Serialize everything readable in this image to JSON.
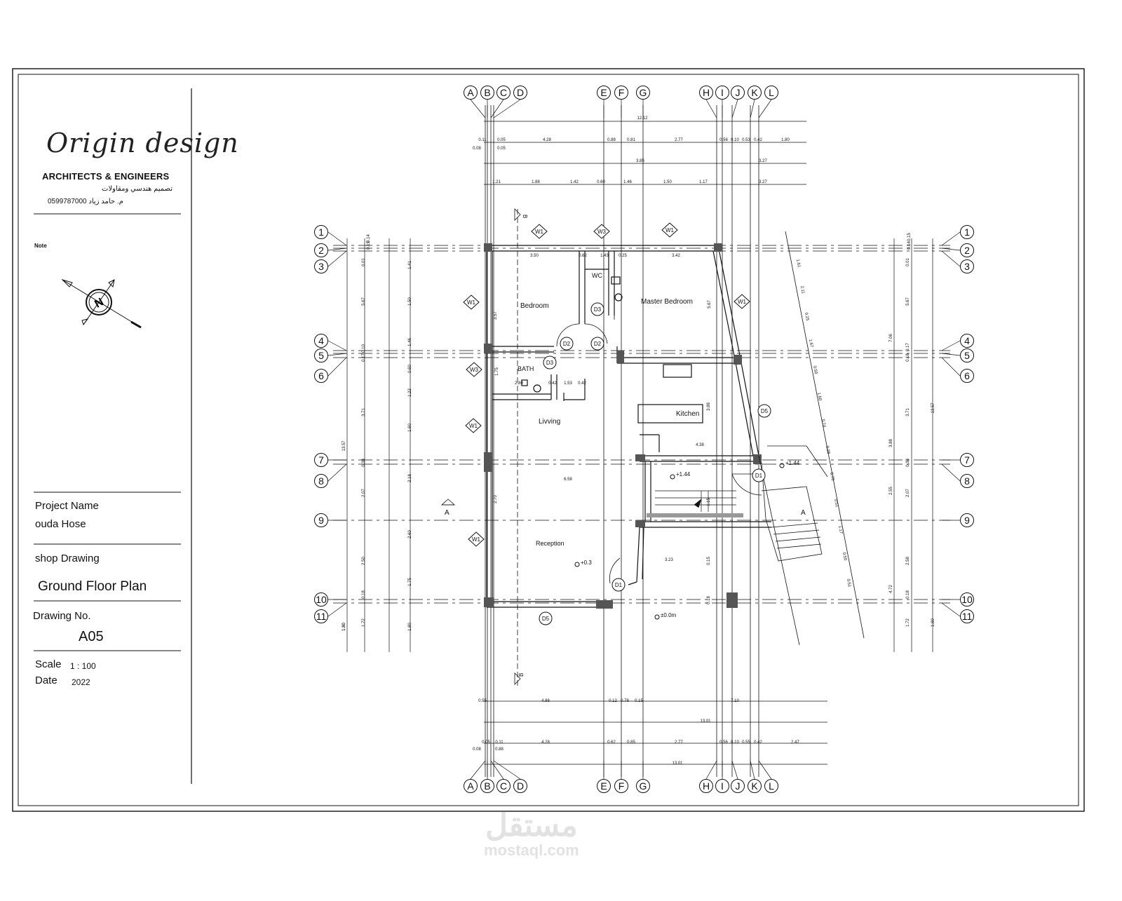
{
  "title_block": {
    "firm_logo_text": "Origin design",
    "firm_name": "ARCHITECTS & ENGINEERS",
    "firm_name_arabic": "تصميم هندسي ومقاولات",
    "firm_phone": "0599787000",
    "firm_contact_arabic": "م. حامد زياد",
    "note_label": "Note",
    "project_name_label": "Project Name",
    "project_name": "ouda Hose",
    "drawing_type": "shop Drawing",
    "sheet_title": "Ground Floor Plan",
    "drawing_no_label": "Drawing No.",
    "drawing_no": "A05",
    "scale_label": "Scale",
    "scale_value": "1 : 100",
    "date_label": "Date",
    "date_value": "2022"
  },
  "grid": {
    "columns": [
      "A",
      "B",
      "C",
      "D",
      "E",
      "F",
      "G",
      "H",
      "I",
      "J",
      "K",
      "L"
    ],
    "rows": [
      "1",
      "2",
      "3",
      "4",
      "5",
      "6",
      "7",
      "8",
      "9",
      "10",
      "11"
    ]
  },
  "rooms": {
    "bedroom": "Bedroom",
    "master_bedroom": "Master Bedroom",
    "wc": "WC",
    "bath": "BATH",
    "kitchen": "Kitchen",
    "living": "Livving",
    "reception": "Reception"
  },
  "tags": {
    "windows": [
      "W1",
      "W3",
      "W1",
      "W1",
      "W3",
      "W1",
      "W1",
      "W1"
    ],
    "doors": [
      "D2",
      "D2",
      "D3",
      "D3",
      "D5",
      "D1",
      "D1",
      "D5"
    ]
  },
  "levels": [
    "+1.44",
    "+1.44",
    "+0.3",
    "±0.0m"
  ],
  "sections": [
    "A",
    "A",
    "B",
    "B"
  ],
  "dimensions": {
    "top_total": "12.12",
    "top_row1": [
      "0.11",
      "0.05",
      "4.28",
      "0.88",
      "0.81",
      "2.77",
      "0.56",
      "0.10",
      "0.53",
      "0.42",
      "1.80"
    ],
    "top_row1b": [
      "0.08",
      "0.05"
    ],
    "top_mid": [
      "3.85",
      "3.27"
    ],
    "top_row3": [
      "1.21",
      "1.88",
      "1.42",
      "0.60",
      "1.46",
      "1.50",
      "1.17",
      "3.27"
    ],
    "bottom_row1": [
      "0.55",
      "4.88",
      "0.12",
      "0.78",
      "0.15",
      "7.10"
    ],
    "bottom_total1": "13.01",
    "bottom_row2": [
      "0.05",
      "0.11",
      "4.28",
      "0.62",
      "0.85",
      "2.77",
      "0.56",
      "0.10",
      "0.55",
      "0.42",
      "2.47"
    ],
    "bottom_row2b": [
      "0.08",
      "0.88"
    ],
    "bottom_total2": "13.01",
    "left_col1": [
      "1.80",
      "13.57",
      "1.80"
    ],
    "left_col2": [
      "0.01",
      "5.67",
      "0.10",
      "0.17",
      "3.71",
      "0.38",
      "2.07",
      "2.50",
      "0.18",
      "1.72"
    ],
    "left_col3": [
      "1.41",
      "1.50",
      "1.46",
      "0.60",
      "1.22",
      "1.60",
      "2.18",
      "2.60",
      "1.75",
      "1.80"
    ],
    "left_small": [
      "0.19",
      "0.14"
    ],
    "right_col1": [
      "0.01",
      "5.67",
      "0.17",
      "0.18",
      "3.71",
      "0.38",
      "2.07",
      "2.58",
      "0.18",
      "1.72"
    ],
    "right_col2": [
      "7.06",
      "3.88",
      "2.55",
      "4.72"
    ],
    "right_col3": [
      "13.57",
      "1.80"
    ],
    "right_small": [
      "0.15",
      "0.14"
    ],
    "interior": [
      "3.50",
      "0.62",
      "1.43",
      "0.25",
      "3.42",
      "5.67",
      "3.57",
      "1.75",
      "2.80",
      "0.42",
      "1.53",
      "0.42",
      "4.38",
      "6.58",
      "2.70",
      "3.23",
      "1.15",
      "3.88",
      "0.15",
      "0.18"
    ],
    "diagonal": [
      "1.61",
      "2.11",
      "9.25",
      "1.67",
      "0.50",
      "1.60",
      "0.74",
      "0.28",
      "0.70",
      "0.51",
      "1.17",
      "0.50",
      "0.51"
    ]
  },
  "watermark": {
    "arabic": "مستقل",
    "latin": "mostaql.com"
  },
  "compass_label": "N",
  "colors": {
    "line": "#111111",
    "hatch": "#555555",
    "watermark": "#e2e2e2",
    "paper": "#ffffff"
  }
}
